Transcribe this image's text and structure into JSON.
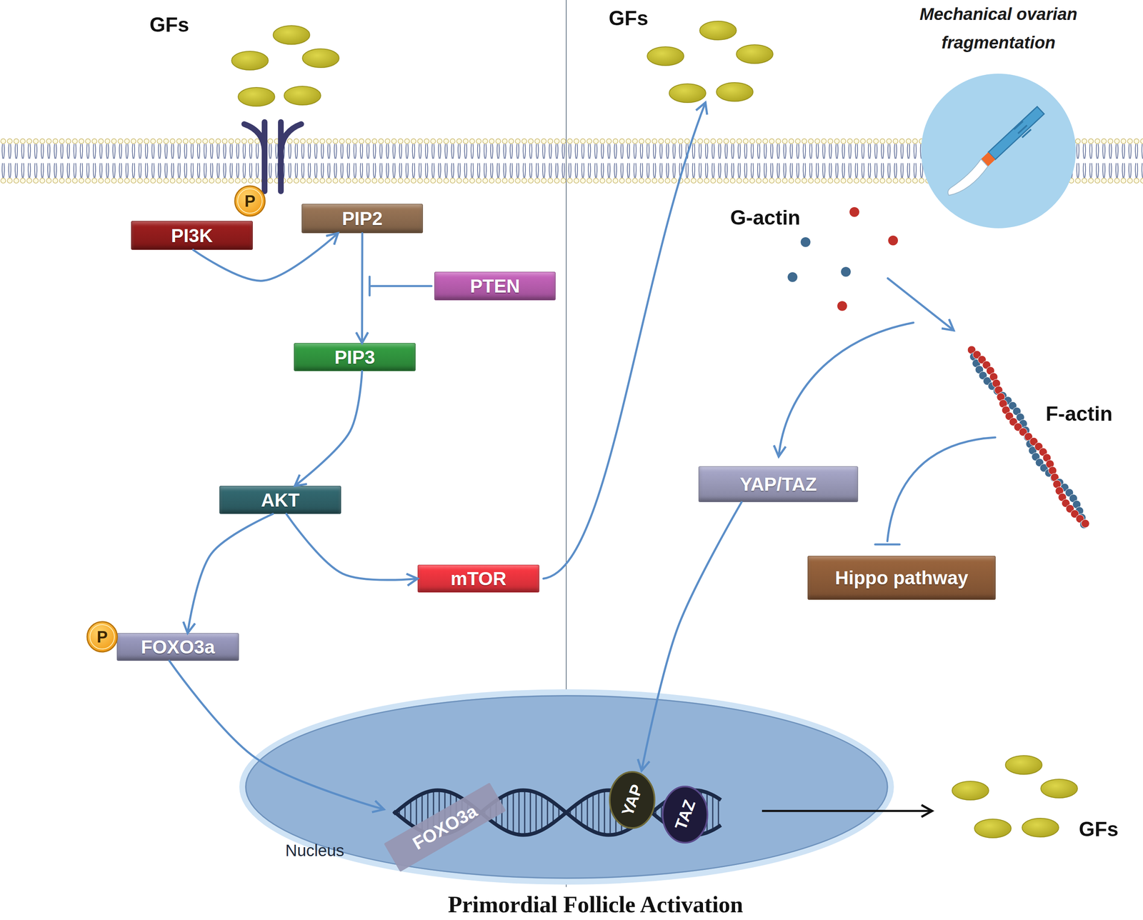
{
  "diagram": {
    "caption": "Primordial Follicle Activation",
    "nodes": [
      {
        "text": [
          "P"
        ]
      },
      {
        "text": [
          "PI3K"
        ]
      },
      {
        "text": [
          "PIP2"
        ]
      },
      {
        "text": [
          "PTEN"
        ]
      },
      {
        "text": [
          "PIP3"
        ]
      },
      {
        "text": [
          "AKT"
        ]
      },
      {
        "text": [
          "mTOR"
        ]
      },
      {
        "text": [
          "P"
        ]
      },
      {
        "text": [
          "FOXO3a"
        ]
      },
      {
        "text": [
          "Mechanical ovarian fragmentation"
        ]
      },
      {
        "text": [
          "YAP/TAZ"
        ]
      },
      {
        "text": [
          "Hippo pathway"
        ]
      },
      {
        "text": [
          "Nucleus"
        ]
      },
      {
        "text": [
          "FOXO3a"
        ],
        "in": 12
      },
      {
        "text": [
          "YAP"
        ],
        "in": 12
      },
      {
        "text": [
          "TAZ"
        ],
        "in": 12
      }
    ],
    "edges": [
      {
        "from": 1,
        "to": 2,
        "arrow": "to"
      },
      {
        "from": 2,
        "to": 4,
        "arrow": "to"
      },
      {
        "from": 4,
        "to": 5,
        "arrow": "to"
      },
      {
        "from": 5,
        "to": 8,
        "arrow": "to"
      },
      {
        "from": 5,
        "to": 6,
        "arrow": "to"
      },
      {
        "from": 8,
        "to": 13,
        "arrow": "to"
      },
      {
        "from": 10,
        "to": 14,
        "arrow": "to"
      }
    ],
    "labels": [
      "GFs",
      "GFs",
      "G-actin",
      "F-actin",
      "GFs"
    ]
  }
}
